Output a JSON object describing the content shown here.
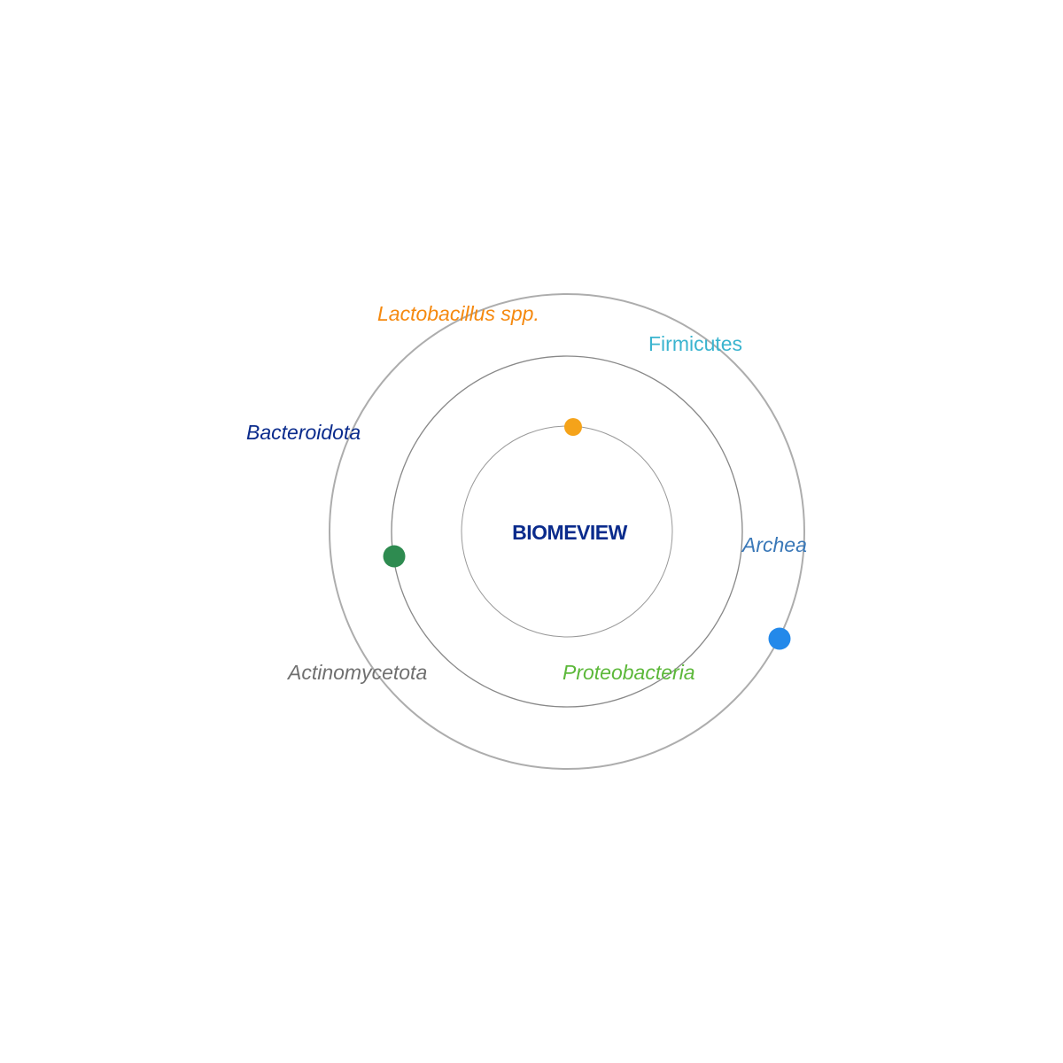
{
  "title": "BIOMEVIEW",
  "colors": {
    "title": "#0a2b8c",
    "ring": "#999999"
  },
  "labels": [
    {
      "text": "Lactobacillus spp.",
      "color": "#f5890f",
      "italic": true
    },
    {
      "text": "Firmicutes",
      "color": "#3ab4cf",
      "italic": false
    },
    {
      "text": "Bacteroidota",
      "color": "#0a2b8c",
      "italic": true
    },
    {
      "text": "Archea",
      "color": "#3a78b8",
      "italic": true
    },
    {
      "text": "Actinomycetota",
      "color": "#707070",
      "italic": true
    },
    {
      "text": "Proteobacteria",
      "color": "#5cb83a",
      "italic": true
    }
  ],
  "dots": [
    {
      "name": "orange-dot",
      "color": "#f5a31a"
    },
    {
      "name": "green-dot",
      "color": "#2e8b50"
    },
    {
      "name": "blue-dot",
      "color": "#2389ea"
    }
  ]
}
